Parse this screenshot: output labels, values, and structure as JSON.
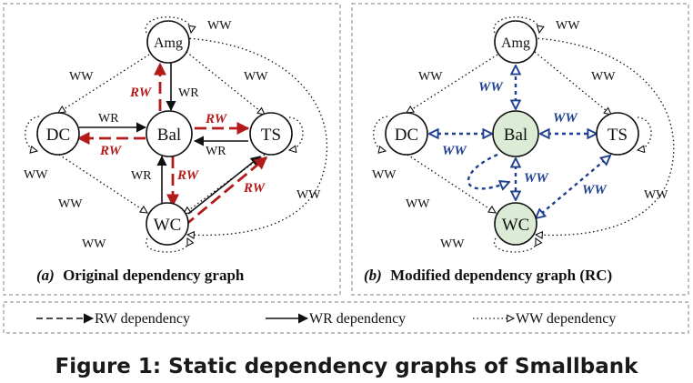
{
  "panel_a": {
    "caption_prefix": "(a)",
    "caption_text": "Original dependency graph",
    "nodes": {
      "amg": "Amg",
      "dc": "DC",
      "bal": "Bal",
      "ts": "TS",
      "wc": "WC"
    },
    "labels": {
      "rw": "RW",
      "wr": "WR",
      "ww": "WW"
    }
  },
  "panel_b": {
    "caption_prefix": "(b)",
    "caption_text": "Modified dependency graph (RC)",
    "nodes": {
      "amg": "Amg",
      "dc": "DC",
      "bal": "Bal",
      "ts": "TS",
      "wc": "WC"
    },
    "labels": {
      "ww": "WW"
    }
  },
  "legend": {
    "rw": "RW dependency",
    "wr": "WR dependency",
    "ww": "WW dependency"
  },
  "figure_caption": "Figure 1: Static dependency graphs of Smallbank",
  "colors": {
    "rw_red": "#b31b1b",
    "ww_blue": "#1f3f8f",
    "highlight_fill": "#dcebd5",
    "border_gray": "#9a9a9a"
  }
}
